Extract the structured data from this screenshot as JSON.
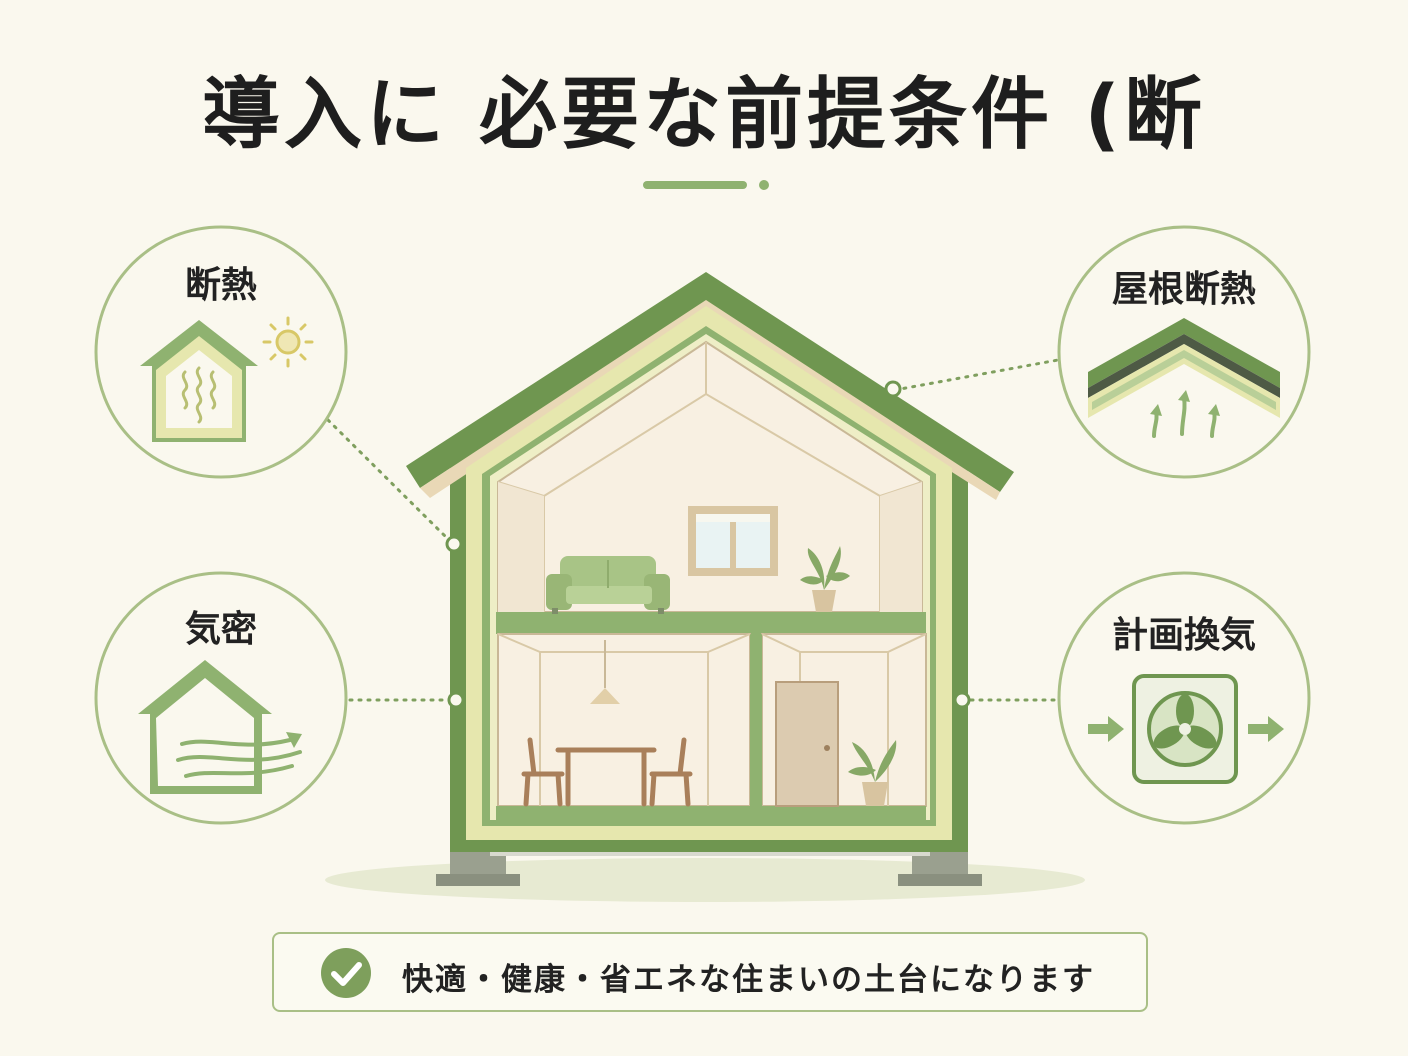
{
  "title": "導入に 必要な前提条件 (断",
  "callouts": {
    "insulation": {
      "label": "断熱",
      "icon": "insulated-house-sun-icon"
    },
    "airtight": {
      "label": "気密",
      "icon": "airtight-house-airflow-icon"
    },
    "roof_insulation": {
      "label": "屋根断熱",
      "icon": "roof-insulation-heat-icon"
    },
    "ventilation": {
      "label": "計画換気",
      "icon": "ventilation-fan-icon"
    }
  },
  "footer": {
    "icon": "check-circle-icon",
    "text": "快適・健康・省エネな住まいの土台になります"
  },
  "colors": {
    "background": "#faf8ee",
    "green_dark": "#6f9650",
    "green_mid": "#8fb270",
    "green_light": "#b9cf98",
    "insulation_yellow": "#e6e7ae",
    "interior": "#f8f0e2",
    "text": "#222222"
  }
}
